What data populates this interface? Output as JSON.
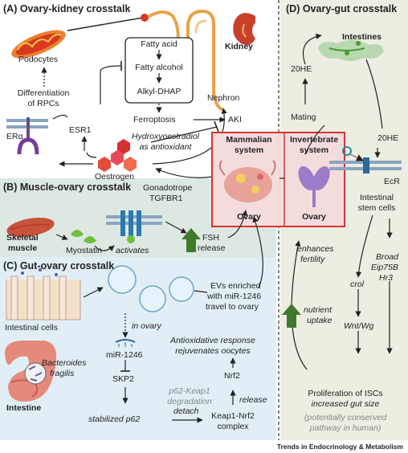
{
  "panels": {
    "a": {
      "title": "(A) Ovary-kidney crosstalk",
      "podocytes": "Podocytes",
      "kidney": "Kidney",
      "fatty_acid": "Fatty acid",
      "fatty_alcohol": "Fatty alcohol",
      "alkyl_dhap": "Alkyl-DHAP",
      "nephron": "Nephron",
      "diff_line1": "Differentiation",
      "diff_line2": "of RPCs",
      "ferroptosis": "Ferroptosis",
      "aki": "AKI",
      "esr1": "ESR1",
      "hydroxy_line1": "Hydroxyoestradiol",
      "hydroxy_line2": "as antioxidant",
      "er_alpha": "ERα",
      "oestrogen": "Oestrogen"
    },
    "center": {
      "mammalian_line1": "Mammalian",
      "mammalian_line2": "system",
      "invertebrate_line1": "Invertebrate",
      "invertebrate_line2": "system",
      "ovary_left": "Ovary",
      "ovary_right": "Ovary"
    },
    "b": {
      "title": "(B) Muscle-ovary crosstalk",
      "gonadotrope": "Gonadotrope",
      "tgfbr1": "TGFBR1",
      "skeletal": "Skeletal",
      "muscle": "muscle",
      "myostatin": "Myostatin",
      "activates": "activates",
      "fsh": "FSH",
      "release": "release"
    },
    "c": {
      "title": "(C) Gut-ovary crosstalk",
      "evs_line1": "EVs enriched",
      "evs_line2": "with miR-1246",
      "evs_line3": "travel to ovary",
      "in_ovary": "in ovary",
      "intestinal_cells": "Intestinal cells",
      "mir": "miR-1246",
      "antiox_line1": "Antioxidative response",
      "antiox_line2": "rejuvenates oocytes",
      "bacteroides": "Bacteroides",
      "fragilis": "fragilis",
      "nrf2": "Nrf2",
      "p62_keap1_line1": "p62-Keap1",
      "p62_keap1_line2": "degradation",
      "release": "release",
      "skp2": "SKP2",
      "intestine": "Intestine",
      "stabilized": "stabilized p62",
      "detach": "detach",
      "keap1_nrf2_line1": "Keap1-Nrf2",
      "keap1_nrf2_line2": "complex"
    },
    "d": {
      "title": "(D) Ovary-gut crosstalk",
      "intestines": "Intestines",
      "he_top": "20HE",
      "mating": "Mating",
      "he_right": "20HE",
      "ecr": "EcR",
      "isc_line1": "Intestinal",
      "isc_line2": "stem cells",
      "enhances_line1": "enhances",
      "enhances_line2": "fertility",
      "broad": "Broad",
      "eip": "Eip75B",
      "hr3": "Hr3",
      "nutrient_line1": "nutrient",
      "nutrient_line2": "uptake",
      "crol": "crol",
      "wnt": "Wnt/Wg",
      "prolif_line1": "Proliferation of ISCs",
      "prolif_line2": "increased gut size",
      "conserved_line1": "(potentially conserved",
      "conserved_line2": "pathway in human)"
    }
  },
  "footer": "Trends in Endocrinology & Metabolism",
  "colors": {
    "panel_b_bg": "#dde8e2",
    "panel_c_bg": "#e1eef6",
    "panel_d_bg": "#eceee2",
    "center_border": "#d23434",
    "center_fill": "#f4dcdc",
    "arrow": "#222222",
    "green_arrow": "#3f7a2c"
  }
}
